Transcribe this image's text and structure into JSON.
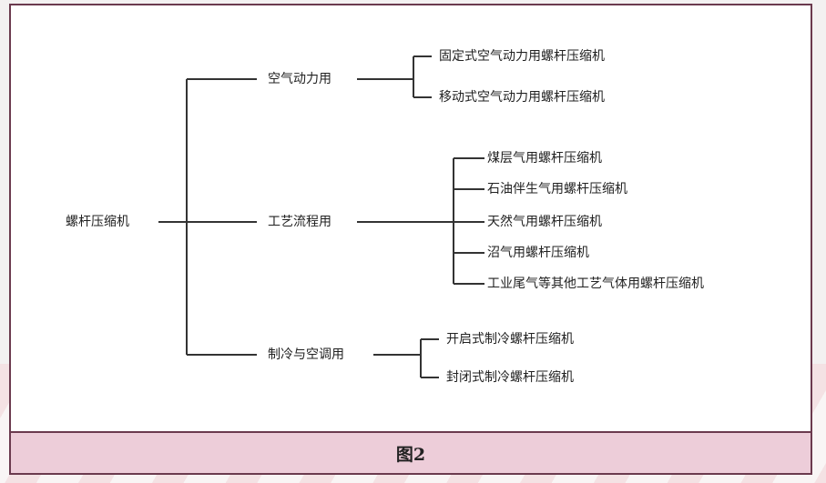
{
  "root": "螺杆压缩机",
  "branches": [
    {
      "label": "空气动力用",
      "children": [
        "固定式空气动力用螺杆压缩机",
        "移动式空气动力用螺杆压缩机"
      ]
    },
    {
      "label": "工艺流程用",
      "children": [
        "煤层气用螺杆压缩机",
        "石油伴生气用螺杆压缩机",
        "天然气用螺杆压缩机",
        "沼气用螺杆压缩机",
        "工业尾气等其他工艺气体用螺杆压缩机"
      ]
    },
    {
      "label": "制冷与空调用",
      "children": [
        "开启式制冷螺杆压缩机",
        "封闭式制冷螺杆压缩机"
      ]
    }
  ],
  "caption": "图2"
}
